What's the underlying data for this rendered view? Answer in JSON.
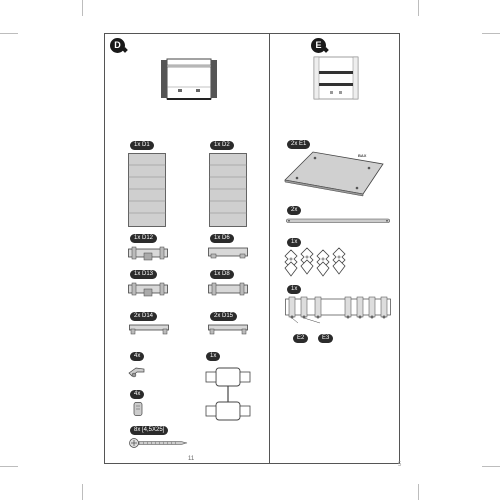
{
  "sections": {
    "d": {
      "label": "D"
    },
    "e": {
      "label": "E"
    }
  },
  "parts": {
    "d1": "1x D1",
    "d2": "1x D2",
    "d12": "1x D12",
    "d6": "1x D6",
    "d13": "1x D13",
    "d8": "1x D8",
    "d14": "2x D14",
    "d15": "2x D15",
    "hinge": "4x",
    "cam": "4x",
    "screw": "8x [4,5X25]",
    "bracket": "1x",
    "e1": "2x E1",
    "bar": "2x",
    "clips": "1x",
    "rail": "1x",
    "e2": "E2",
    "e3": "E3"
  },
  "panel_logo": "BAX",
  "footer": {
    "page_number": "11",
    "page_index": "5"
  },
  "colors": {
    "frame": "#555555",
    "tag_bg": "#2b2b2b",
    "badge_bg": "#1a1a1a",
    "part_fill": "#cfcfcf",
    "part_stroke": "#444444"
  }
}
